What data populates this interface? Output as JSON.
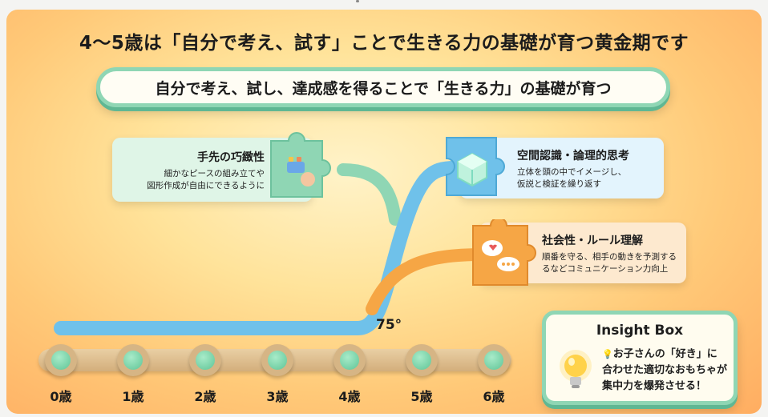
{
  "title": "4〜5歳は「自分で考え、試す」ことで生きる力の基礎が育つ黄金期です",
  "subtitle": "自分で考え、試し、達成感を得ることで「生きる力」の基礎が育つ",
  "skills": [
    {
      "title": "手先の巧緻性",
      "desc": "細かなピースの組み立てや\n図形作成が自由にできるように",
      "color": "#8fd6b4"
    },
    {
      "title": "空間認識・論理的思考",
      "desc": "立体を頭の中でイメージし、\n仮説と検証を繰り返す",
      "color": "#6fc1ea"
    },
    {
      "title": "社会性・ルール理解",
      "desc": "順番を守る、相手の動きを予測する\nるなどコミュニケーション力向上",
      "color": "#f6a645"
    }
  ],
  "angle_label": "75°",
  "ages": [
    "0歳",
    "1歳",
    "2歳",
    "3歳",
    "4歳",
    "5歳",
    "6歳"
  ],
  "insight": {
    "title": "Insight Box",
    "body": "お子さんの「好き」に\n合わせた適切なおもちゃが\n集中力を爆発させる！"
  },
  "icons": [
    "puzzle-piece-icon",
    "cube-icon",
    "chat-bubble-icon",
    "lightbulb-icon"
  ]
}
